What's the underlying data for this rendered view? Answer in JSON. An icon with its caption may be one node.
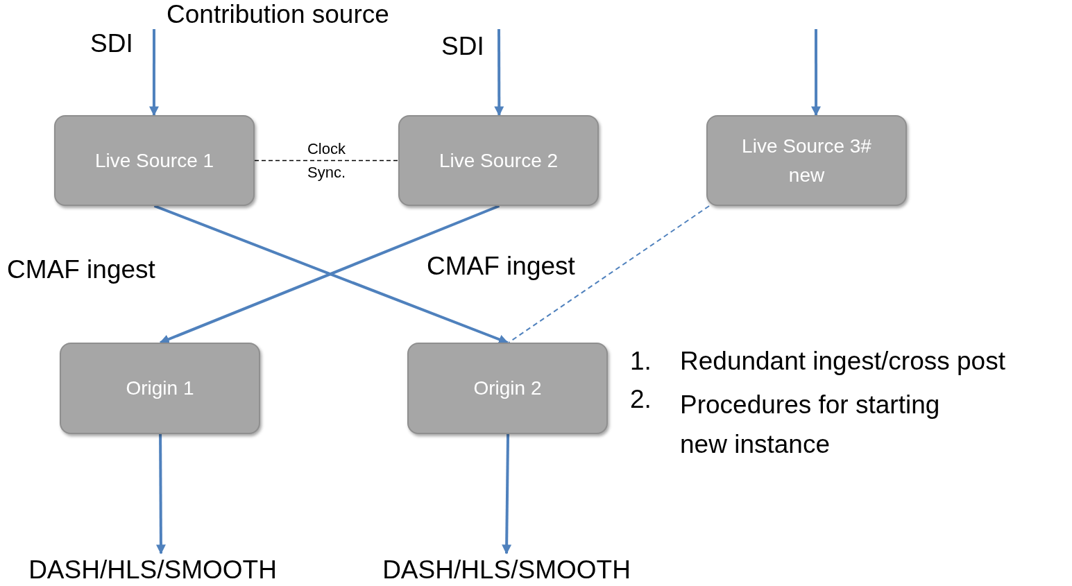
{
  "diagram": {
    "nodes": [
      {
        "text": [
          "Live Source 1"
        ]
      },
      {
        "text": [
          "Live Source 2"
        ]
      },
      {
        "text": [
          "Live Source 3# new"
        ]
      },
      {
        "text": [
          "Origin 1"
        ]
      },
      {
        "text": [
          "Origin 2"
        ]
      },
      {
        "text": [
          "DASH/HLS/SMOOTH"
        ]
      },
      {
        "text": [
          "DASH/HLS/SMOOTH"
        ]
      }
    ],
    "edges": [
      {
        "from": null,
        "to": 0,
        "arrow": "to"
      },
      {
        "from": null,
        "to": 1,
        "arrow": "to"
      },
      {
        "from": null,
        "to": 2,
        "arrow": "to"
      },
      {
        "from": 0,
        "to": 1,
        "arrow": "none",
        "label": "Clock Sync.",
        "style": "dashed",
        "color": "#000000"
      },
      {
        "from": 0,
        "to": 4,
        "arrow": "to"
      },
      {
        "from": 1,
        "to": 3,
        "arrow": "to"
      },
      {
        "from": 2,
        "to": 4,
        "arrow": "none",
        "style": "dashed"
      },
      {
        "from": 3,
        "to": 5,
        "arrow": "to"
      },
      {
        "from": 4,
        "to": 6,
        "arrow": "to"
      }
    ],
    "labels": [
      "Contribution source",
      "SDI",
      "SDI",
      "CMAF ingest",
      "CMAF ingest",
      "1.",
      "Redundant ingest/cross post",
      "2.",
      "Procedures for starting new instance"
    ]
  }
}
